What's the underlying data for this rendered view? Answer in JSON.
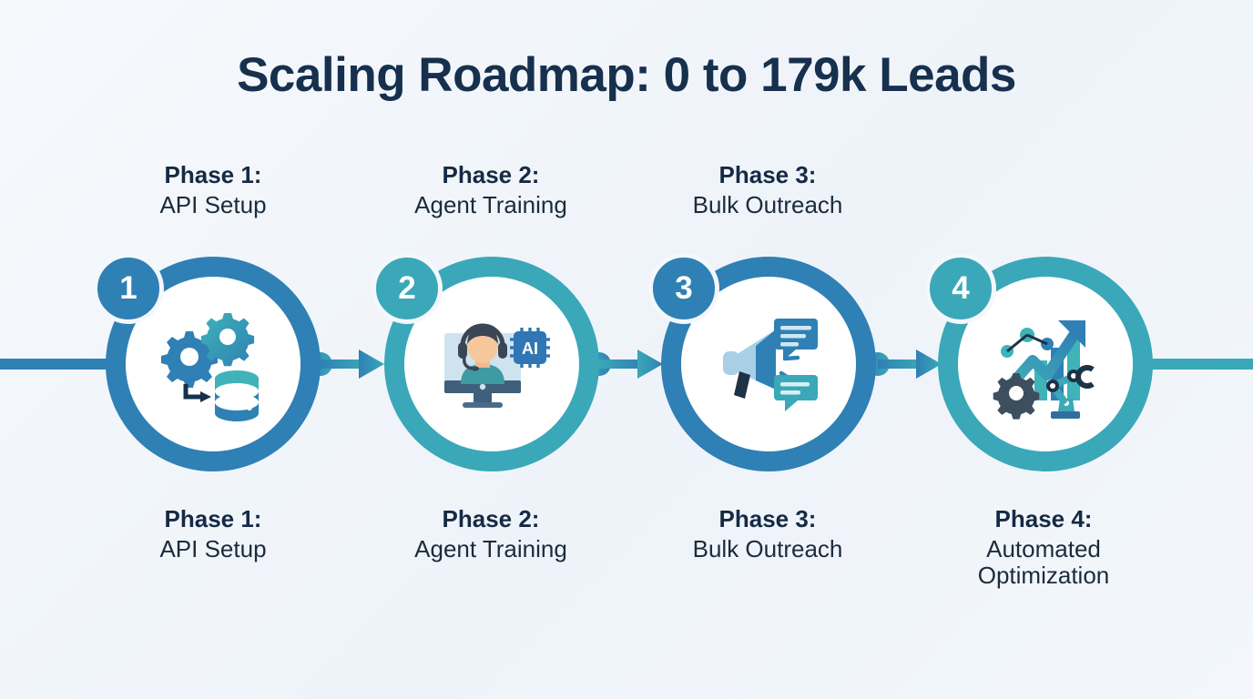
{
  "title": "Scaling Roadmap: 0 to 179k Leads",
  "colors": {
    "background": "#f4f7fb",
    "title_text": "#16304d",
    "label_title_text": "#152a44",
    "label_sub_text": "#1b2b3d",
    "ring_blue": "#2f80b4",
    "ring_teal": "#3aa8b8",
    "badge_blue": "#2f80b4",
    "badge_teal": "#3aa8b8",
    "node_fill": "#ffffff",
    "rail_left": "#2f80b4",
    "rail_right": "#3aa8b8"
  },
  "rails": {
    "left_name": "timeline-rail-left",
    "right_name": "timeline-rail-right"
  },
  "connectors": [
    {
      "from": 1,
      "to": 2,
      "start_color": "#2f80b4",
      "end_color": "#3aa8b8"
    },
    {
      "from": 2,
      "to": 3,
      "start_color": "#3aa8b8",
      "end_color": "#2f80b4"
    },
    {
      "from": 3,
      "to": 4,
      "start_color": "#2f80b4",
      "end_color": "#3aa8b8"
    }
  ],
  "phases": [
    {
      "number": "1",
      "title": "Phase 1:",
      "subtitle": "API Setup",
      "ring_color": "#2f80b4",
      "badge_color": "#2f80b4",
      "icon": "gears-database-icon"
    },
    {
      "number": "2",
      "title": "Phase 2:",
      "subtitle": "Agent Training",
      "ring_color": "#3aa8b8",
      "badge_color": "#3aa8b8",
      "icon": "headset-agent-ai-chip-icon"
    },
    {
      "number": "3",
      "title": "Phase 3:",
      "subtitle": "Bulk Outreach",
      "ring_color": "#2f80b4",
      "badge_color": "#2f80b4",
      "icon": "megaphone-speech-bubbles-icon"
    },
    {
      "number": "4",
      "title": "Phase 4:",
      "subtitle": "Automated\nOptimization",
      "ring_color": "#3aa8b8",
      "badge_color": "#3aa8b8",
      "icon": "growth-chart-robot-arm-icon"
    }
  ]
}
